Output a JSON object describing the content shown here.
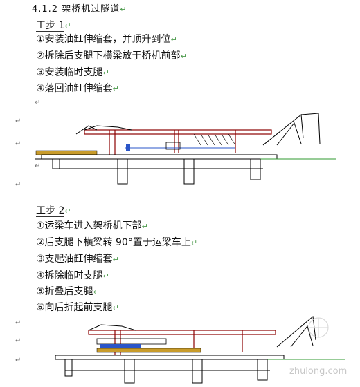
{
  "heading": "4.1.2 架桥机过隧道",
  "step1": {
    "title": "工步 1",
    "items": [
      "①安装油缸伸缩套，并顶升到位",
      "②拆除后支腿下横梁放于桥机前部",
      "③安装临时支腿",
      "④落回油缸伸缩套"
    ]
  },
  "step2": {
    "title": "工步 2",
    "items": [
      "①运梁车进入架桥机下部",
      "②后支腿下横梁转 90°置于运梁车上",
      "③支起油缸伸缩套",
      "④拆除临时支腿",
      "⑤折叠后支腿",
      "⑥向后折起前支腿"
    ]
  },
  "paragraph_mark": "↵",
  "watermark": "zhulong.com"
}
